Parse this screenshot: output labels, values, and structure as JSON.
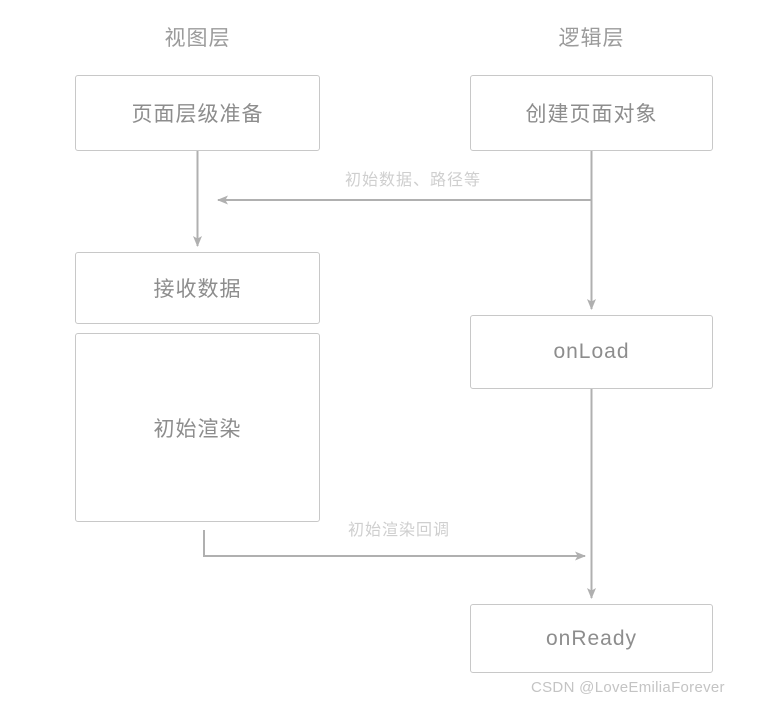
{
  "diagram": {
    "type": "flowchart",
    "columns": [
      {
        "id": "view",
        "title": "视图层"
      },
      {
        "id": "logic",
        "title": "逻辑层"
      }
    ],
    "nodes": [
      {
        "id": "page-prepare",
        "column": "view",
        "label": "页面层级准备"
      },
      {
        "id": "create-page",
        "column": "logic",
        "label": "创建页面对象"
      },
      {
        "id": "receive-data",
        "column": "view",
        "label": "接收数据"
      },
      {
        "id": "initial-render",
        "column": "view",
        "label": "初始渲染"
      },
      {
        "id": "onload",
        "column": "logic",
        "label": "onLoad"
      },
      {
        "id": "onready",
        "column": "logic",
        "label": "onReady"
      }
    ],
    "edges": [
      {
        "id": "initial-data",
        "from": "create-page",
        "to": "receive-data",
        "label": "初始数据、路径等"
      },
      {
        "id": "render-callback",
        "from": "initial-render",
        "to": "onready",
        "label": "初始渲染回调"
      },
      {
        "id": "prepare-to-receive",
        "from": "page-prepare",
        "to": "receive-data",
        "label": ""
      },
      {
        "id": "create-to-onload",
        "from": "create-page",
        "to": "onload",
        "label": ""
      },
      {
        "id": "onload-to-onready",
        "from": "onload",
        "to": "onready",
        "label": ""
      }
    ],
    "colors": {
      "box_border": "#c8c8c8",
      "box_text": "#8d8d8d",
      "header_text": "#9b9b9b",
      "edge_line": "#b0b0b0",
      "edge_label_text": "#cfcfcf",
      "background": "#ffffff",
      "watermark_text": "#c4c4c4"
    }
  },
  "watermark": {
    "text": "CSDN @LoveEmiliaForever"
  }
}
